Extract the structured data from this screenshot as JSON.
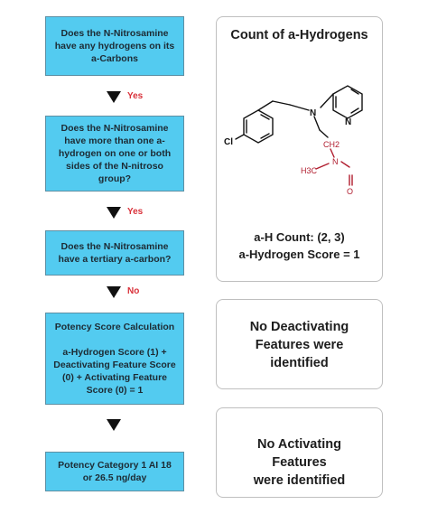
{
  "flowchart": {
    "steps": [
      {
        "lines": [
          "Does the N-Nitrosamine",
          "have any hydrogens on its",
          "a-Carbons"
        ]
      },
      {
        "lines": [
          "Does the N-Nitrosamine",
          "have more than one a-",
          "hydrogen on one or both",
          "sides of the N-nitroso",
          "group?"
        ]
      },
      {
        "lines": [
          "Does the N-Nitrosamine",
          "have a tertiary a-carbon?"
        ]
      },
      {
        "lines": [
          "Potency Score Calculation",
          "",
          "a-Hydrogen Score (1) +",
          "Deactivating Feature Score",
          "(0) + Activating Feature",
          "Score (0) = 1"
        ]
      },
      {
        "lines": [
          "Potency Category 1 AI 18",
          "or 26.5 ng/day"
        ]
      }
    ],
    "arrows": [
      {
        "label": "Yes"
      },
      {
        "label": "Yes"
      },
      {
        "label": "No"
      },
      {
        "label": ""
      }
    ],
    "colors": {
      "box_fill": "#53cbf0",
      "box_border": "#5d8fa3",
      "answer_text": "#d9313a"
    }
  },
  "panels": {
    "count": {
      "title": "Count of a-Hydrogens",
      "ah_count": "a-H Count: (2, 3)",
      "score": "a-Hydrogen Score = 1",
      "molecule": {
        "atom_cl": "Cl",
        "atom_n": "N",
        "atom_ch2": "CH2",
        "atom_h3c": "H3C",
        "atom_n2": "N",
        "atom_o": "O",
        "pyridine_n": "N"
      }
    },
    "deactivating": {
      "lines": [
        "No Deactivating",
        "Features were",
        "identified"
      ]
    },
    "activating": {
      "lines": [
        "No Activating",
        "Features",
        "were identified"
      ]
    }
  }
}
